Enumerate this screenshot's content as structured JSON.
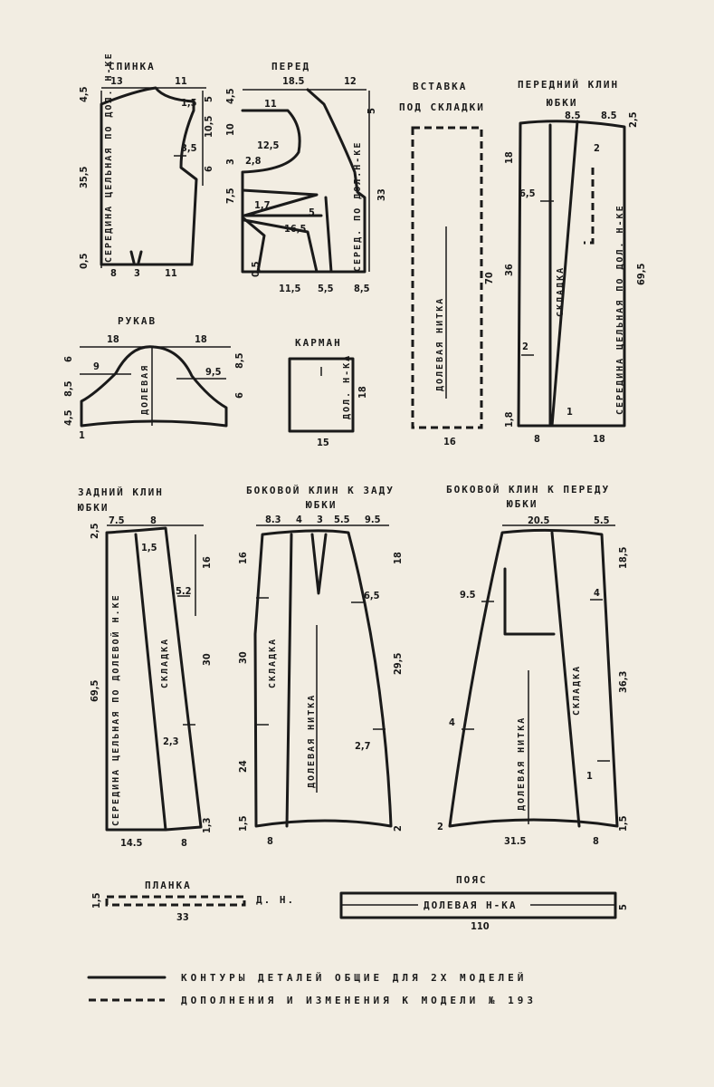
{
  "pieces": {
    "spinka": {
      "title": "СПИНКА",
      "note": "СЕРЕДИНА ЦЕЛЬНАЯ ПО ДОЛ. Н-КЕ",
      "dims": [
        "13",
        "11",
        "4,5",
        "35,5",
        "0,5",
        "1,5",
        "5",
        "10,5",
        "3,5",
        "6",
        "8",
        "3",
        "11"
      ]
    },
    "pered": {
      "title": "ПЕРЕД",
      "note": "СЕРЕД. ПО ДОЛ.Н-КЕ",
      "dims": [
        "18.5",
        "12",
        "4,5",
        "11",
        "10",
        "12,5",
        "5",
        "3",
        "2,8",
        "1,7",
        "7,5",
        "16,5",
        "33",
        "5",
        "0,5",
        "11,5",
        "5,5",
        "8,5"
      ]
    },
    "vstavka": {
      "title": "ВСТАВКА",
      "subtitle": "ПОД СКЛАДКИ",
      "note": "ДОЛЕВАЯ НИТКА",
      "dims": [
        "70",
        "16"
      ]
    },
    "peredniy_klin": {
      "title": "ПЕРЕДНИЙ КЛИН",
      "subtitle": "ЮБКИ",
      "note": "СЕРЕДИНА ЦЕЛЬНАЯ ПО ДОЛ. Н-КЕ",
      "fold": "СКЛАДКА",
      "dims": [
        "8.5",
        "8.5",
        "2,5",
        "2",
        "18",
        "6,5",
        "36",
        "69,5",
        "2",
        "1",
        "1,8",
        "8",
        "18"
      ]
    },
    "rukav": {
      "title": "РУКАВ",
      "note": "ДОЛЕВАЯ",
      "dims": [
        "18",
        "18",
        "6",
        "8,5",
        "9",
        "9,5",
        "8,5",
        "6",
        "4,5",
        "1"
      ]
    },
    "karman": {
      "title": "КАРМАН",
      "note": "ДОЛ. Н-КА",
      "dims": [
        "18",
        "15"
      ]
    },
    "zadniy_klin": {
      "title": "ЗАДНИЙ КЛИН",
      "subtitle": "ЮБКИ",
      "note": "СЕРЕДИНА ЦЕЛЬНАЯ ПО ДОЛЕВОЙ Н.КЕ",
      "fold": "СКЛАДКА",
      "dims": [
        "7.5",
        "8",
        "2,5",
        "1,5",
        "16",
        "5.2",
        "30",
        "69,5",
        "2,3",
        "1,3",
        "14.5",
        "8"
      ]
    },
    "bokovoy_zad": {
      "title": "БОКОВОЙ КЛИН К ЗАДУ",
      "subtitle": "ЮБКИ",
      "note": "ДОЛЕВАЯ НИТКА",
      "fold": "СКЛАДКА",
      "dims": [
        "8.3",
        "4",
        "3",
        "5.5",
        "9.5",
        "16",
        "18",
        "6,5",
        "30",
        "29,5",
        "24",
        "2,7",
        "1,5",
        "2",
        "8"
      ]
    },
    "bokovoy_pered": {
      "title": "БОКОВОЙ КЛИН К ПЕРЕДУ",
      "subtitle": "ЮБКИ",
      "note": "ДОЛЕВАЯ НИТКА",
      "fold": "СКЛАДКА",
      "dims": [
        "20.5",
        "5.5",
        "18,5",
        "9.5",
        "4",
        "36,3",
        "4",
        "1",
        "2",
        "31.5",
        "8",
        "1,5"
      ]
    },
    "planka": {
      "title": "ПЛАНКА",
      "note": "Д. Н.",
      "dims": [
        "1,5",
        "33"
      ]
    },
    "poyas": {
      "title": "ПОЯС",
      "note": "ДОЛЕВАЯ Н-КА",
      "dims": [
        "5",
        "110"
      ]
    }
  },
  "legend": {
    "solid": "КОНТУРЫ ДЕТАЛЕЙ ОБЩИЕ ДЛЯ 2Х МОДЕЛЕЙ",
    "dashed": "ДОПОЛНЕНИЯ И ИЗМЕНЕНИЯ К МОДЕЛИ № 193"
  }
}
